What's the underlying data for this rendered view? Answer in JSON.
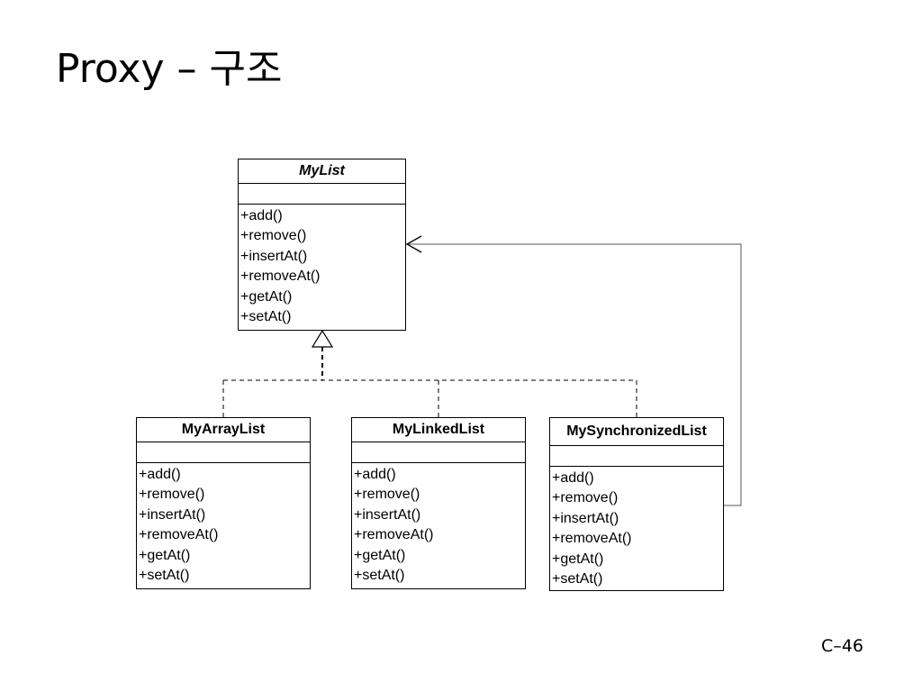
{
  "title": "Proxy – 구조",
  "page_number": "C–46",
  "classes": [
    {
      "name": "MyList",
      "abstract": true,
      "operations": [
        "+add()",
        "+remove()",
        "+insertAt()",
        "+removeAt()",
        "+getAt()",
        "+setAt()"
      ]
    },
    {
      "name": "MyArrayList",
      "abstract": false,
      "operations": [
        "+add()",
        "+remove()",
        "+insertAt()",
        "+removeAt()",
        "+getAt()",
        "+setAt()"
      ]
    },
    {
      "name": "MyLinkedList",
      "abstract": false,
      "operations": [
        "+add()",
        "+remove()",
        "+insertAt()",
        "+removeAt()",
        "+getAt()",
        "+setAt()"
      ]
    },
    {
      "name": "MySynchronizedList",
      "abstract": false,
      "operations": [
        "+add()",
        "+remove()",
        "+insertAt()",
        "+removeAt()",
        "+getAt()",
        "+setAt()"
      ]
    }
  ],
  "relationships": [
    {
      "type": "realization",
      "from": "MyArrayList",
      "to": "MyList"
    },
    {
      "type": "realization",
      "from": "MyLinkedList",
      "to": "MyList"
    },
    {
      "type": "realization",
      "from": "MySynchronizedList",
      "to": "MyList"
    },
    {
      "type": "association",
      "from": "MySynchronizedList",
      "to": "MyList"
    }
  ]
}
